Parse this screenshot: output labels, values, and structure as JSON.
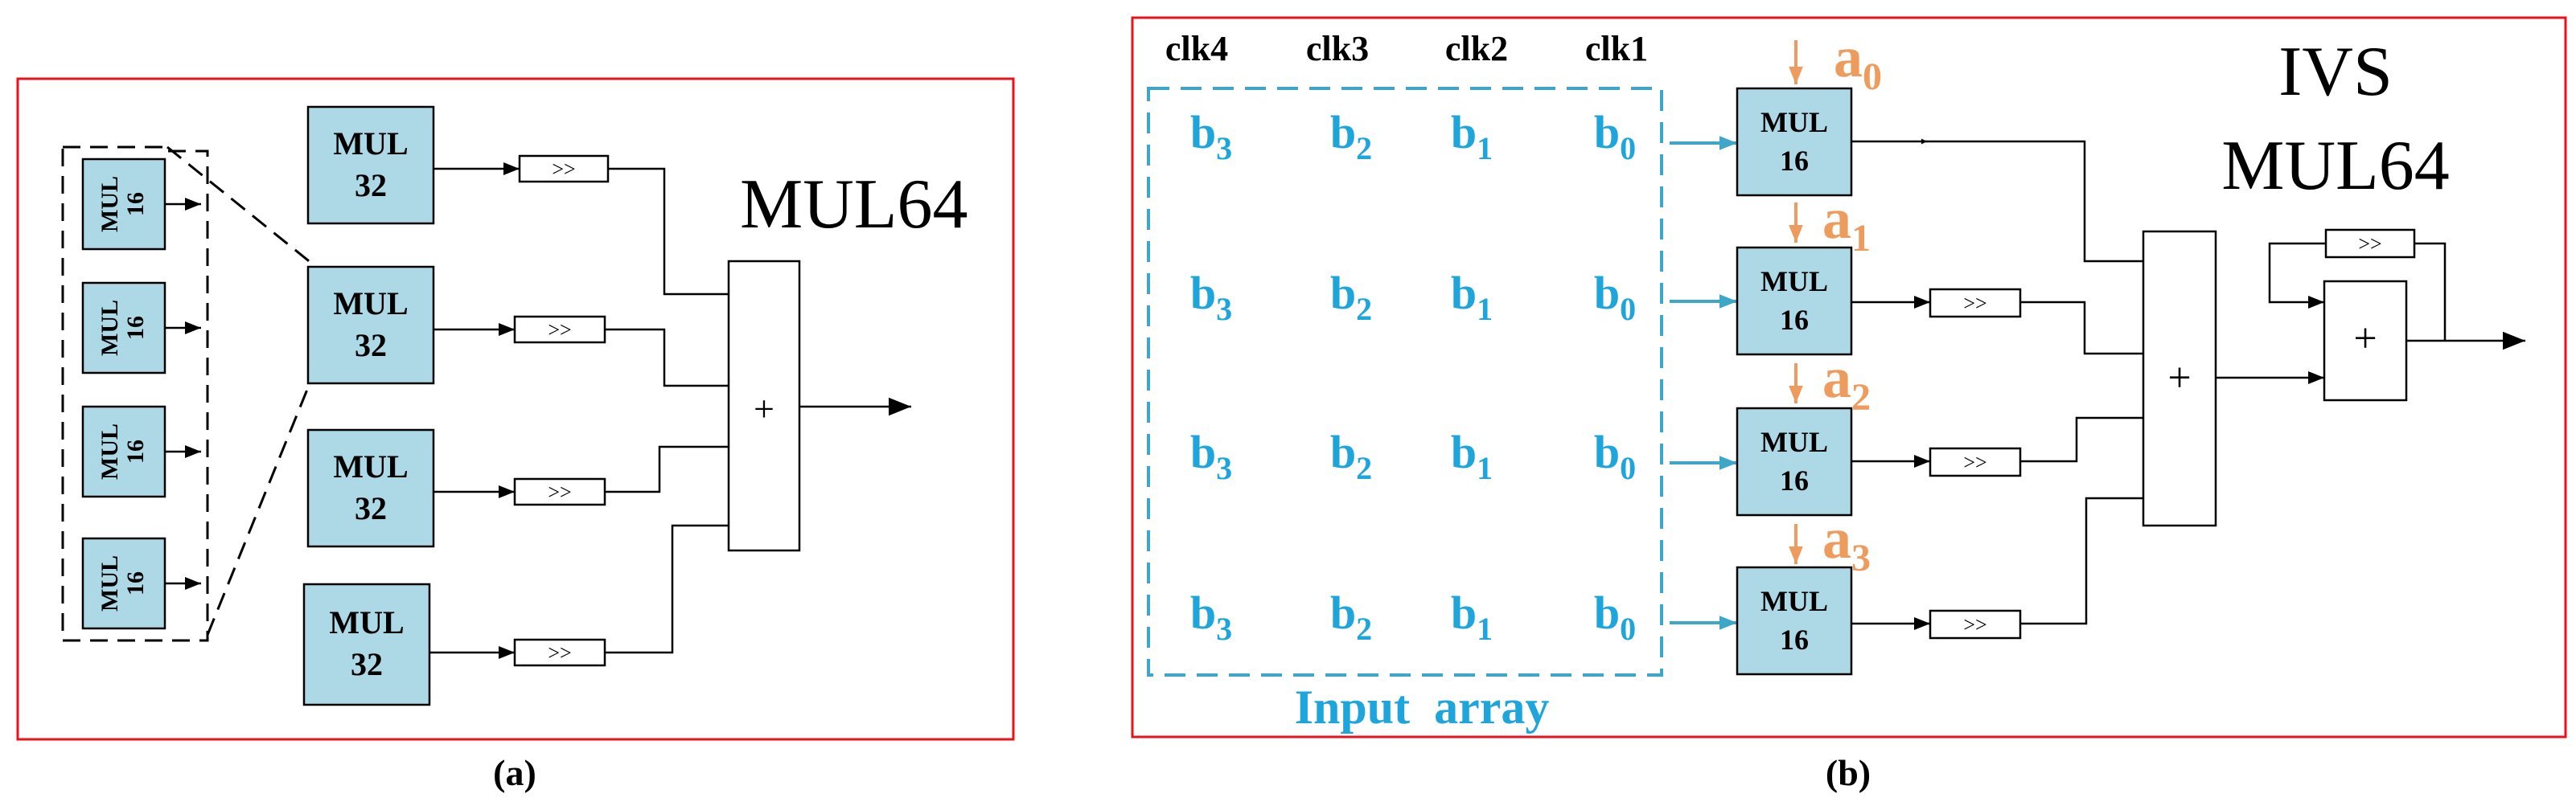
{
  "panel_a": {
    "title": "MUL64",
    "caption": "(a)",
    "mul16_line1": "MUL",
    "mul16_line2": "16",
    "mul32_line1": "MUL",
    "mul32_line2": "32",
    "shift_label": ">>",
    "adder_label": "+"
  },
  "panel_b": {
    "title_line1": "IVS",
    "title_line2": "MUL64",
    "caption": "(b)",
    "clocks": [
      "clk4",
      "clk3",
      "clk2",
      "clk1"
    ],
    "b_base": "b",
    "b_subscripts": [
      "3",
      "2",
      "1",
      "0"
    ],
    "a_base": "a",
    "a_subscripts": [
      "0",
      "1",
      "2",
      "3"
    ],
    "mul_line1": "MUL",
    "mul_line2": "16",
    "shift_label": ">>",
    "adder_label": "+",
    "input_array_label": "Input  array"
  },
  "colors": {
    "frame": "#e8121b",
    "block_fill": "#add8e6",
    "input_text": "#1ea6dc",
    "coefficient": "#ee9c5e",
    "array_dash": "#3ea7c9"
  }
}
